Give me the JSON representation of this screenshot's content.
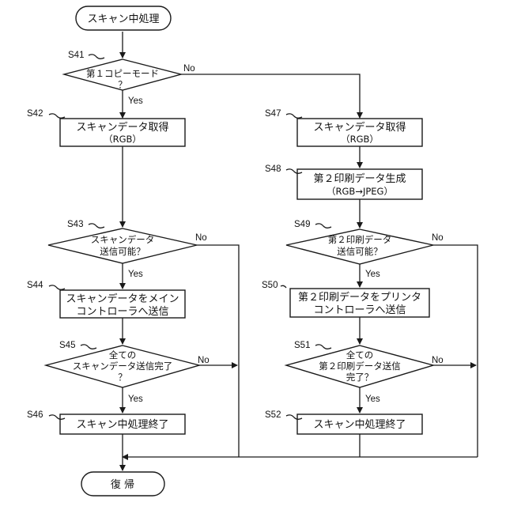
{
  "diagram": {
    "start": "スキャン中処理",
    "end": "復 帰",
    "yes": "Yes",
    "no": "No",
    "steps": {
      "s41": {
        "id": "S41",
        "text": [
          "第１コピーモード",
          "？"
        ]
      },
      "s42": {
        "id": "S42",
        "text": [
          "スキャンデータ取得",
          "（RGB）"
        ]
      },
      "s43": {
        "id": "S43",
        "text": [
          "スキャンデータ",
          "送信可能？"
        ]
      },
      "s44": {
        "id": "S44",
        "text": [
          "スキャンデータをメイン",
          "コントローラへ送信"
        ]
      },
      "s45": {
        "id": "S45",
        "text": [
          "全ての",
          "スキャンデータ送信完了",
          "？"
        ]
      },
      "s46": {
        "id": "S46",
        "text": [
          "スキャン中処理終了"
        ]
      },
      "s47": {
        "id": "S47",
        "text": [
          "スキャンデータ取得",
          "（RGB）"
        ]
      },
      "s48": {
        "id": "S48",
        "text": [
          "第２印刷データ生成",
          "（RGB→JPEG）"
        ]
      },
      "s49": {
        "id": "S49",
        "text": [
          "第２印刷データ",
          "送信可能？"
        ]
      },
      "s50": {
        "id": "S50",
        "text": [
          "第２印刷データをプリンタ",
          "コントローラへ送信"
        ]
      },
      "s51": {
        "id": "S51",
        "text": [
          "全ての",
          "第２印刷データ送信",
          "完了？"
        ]
      },
      "s52": {
        "id": "S52",
        "text": [
          "スキャン中処理終了"
        ]
      }
    }
  }
}
